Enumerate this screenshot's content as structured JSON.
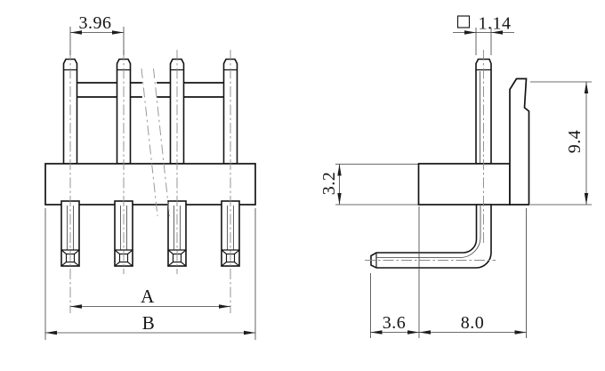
{
  "drawing": {
    "kind": "technical dimension drawing",
    "front_view": {
      "pitch": "3.96",
      "pin_span_label": "A",
      "body_width_label": "B"
    },
    "side_view": {
      "square_symbol": "□",
      "pin_square": "1.14",
      "overall_height": "9.4",
      "body_thickness": "3.2",
      "tail_offset": "3.6",
      "tail_length": "8.0"
    },
    "colors": {
      "line": "#141414",
      "dimension_line": "#3d3d3d",
      "centerline": "#8a8a8a",
      "background": "#ffffff"
    }
  }
}
